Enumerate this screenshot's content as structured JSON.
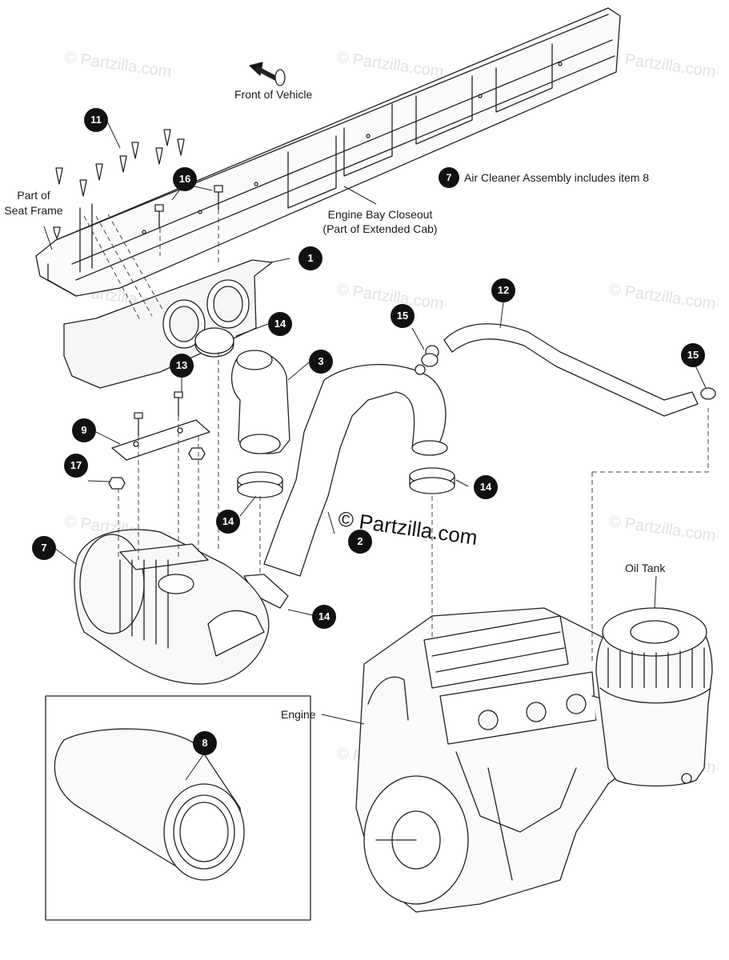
{
  "labels": {
    "front_of_vehicle": "Front of Vehicle",
    "part_of_seat_frame_1": "Part of",
    "part_of_seat_frame_2": "Seat Frame",
    "engine_bay_closeout_1": "Engine Bay Closeout",
    "engine_bay_closeout_2": "(Part of Extended Cab)",
    "oil_tank": "Oil Tank",
    "engine": "Engine"
  },
  "note": {
    "item": "7",
    "text": "Air Cleaner Assembly includes item 8"
  },
  "watermark": {
    "main": "© Partzilla.com",
    "faint": "© Partzilla.com"
  },
  "callouts": {
    "c1": "1",
    "c2": "2",
    "c3": "3",
    "c7": "7",
    "c8": "8",
    "c9": "9",
    "c11": "11",
    "c12": "12",
    "c13": "13",
    "c14a": "14",
    "c14b": "14",
    "c14c": "14",
    "c14d": "14",
    "c15a": "15",
    "c15b": "15",
    "c16": "16",
    "c17": "17"
  }
}
